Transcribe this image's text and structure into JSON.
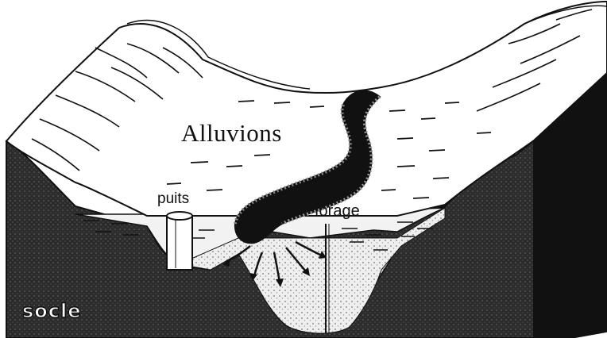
{
  "labels": {
    "alluvions": "Alluvions",
    "puits": "puits",
    "forage": "forage",
    "socle": "socle"
  },
  "colors": {
    "bedrock": "#2a2a2a",
    "surface": "#ffffff",
    "sand": "#e6e6e6",
    "river": "#111111",
    "line": "#111111"
  }
}
